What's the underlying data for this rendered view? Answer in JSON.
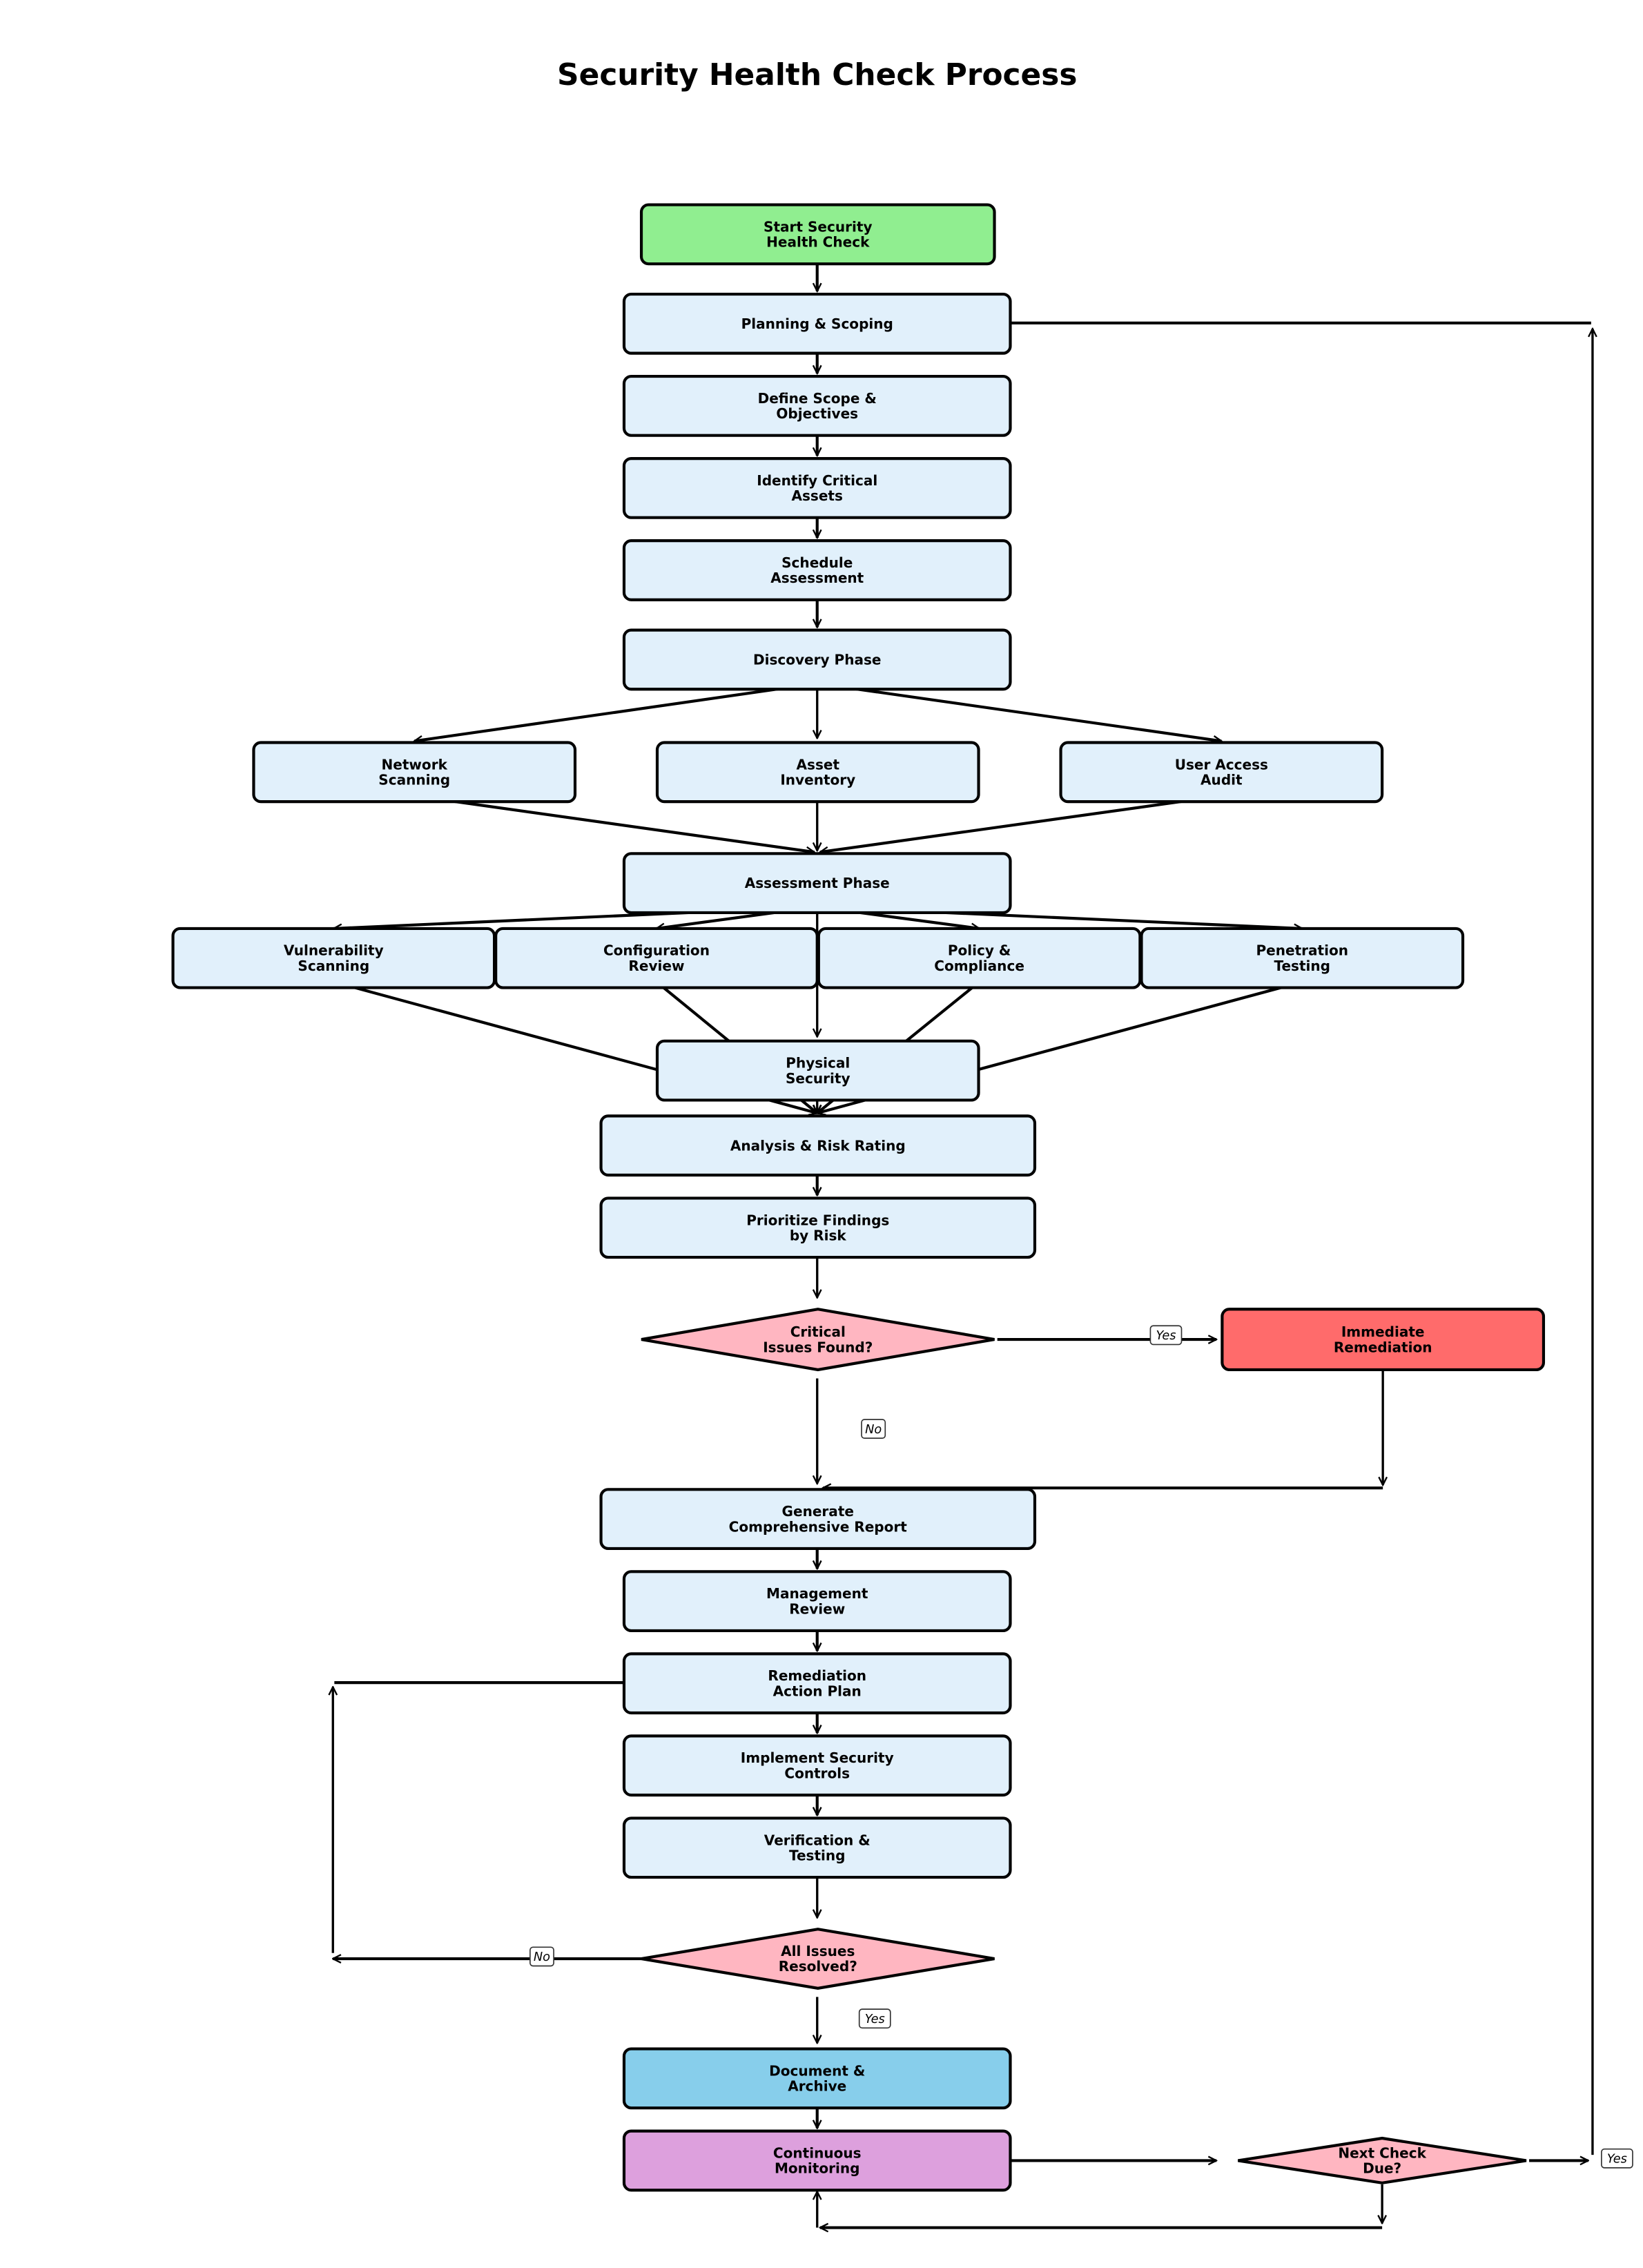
{
  "title": "Security Health Check Process",
  "colors": {
    "start": "#90EE90",
    "process": "#E1F0FB",
    "decision": "#FFB6C1",
    "critical": "#FF6B6B",
    "document": "#87CEEB",
    "monitoring": "#DDA0DD",
    "line": "#000000"
  },
  "nodes": {
    "start": {
      "label": [
        "Start Security",
        "Health Check"
      ],
      "kind": "start"
    },
    "planning": {
      "label": [
        "Planning & Scoping"
      ],
      "kind": "process"
    },
    "define_scope": {
      "label": [
        "Define Scope &",
        "Objectives"
      ],
      "kind": "process"
    },
    "identify_assets": {
      "label": [
        "Identify Critical",
        "Assets"
      ],
      "kind": "process"
    },
    "schedule": {
      "label": [
        "Schedule",
        "Assessment"
      ],
      "kind": "process"
    },
    "discovery": {
      "label": [
        "Discovery Phase"
      ],
      "kind": "process"
    },
    "network_scanning": {
      "label": [
        "Network",
        "Scanning"
      ],
      "kind": "process"
    },
    "asset_inventory": {
      "label": [
        "Asset",
        "Inventory"
      ],
      "kind": "process"
    },
    "user_access_audit": {
      "label": [
        "User Access",
        "Audit"
      ],
      "kind": "process"
    },
    "assessment": {
      "label": [
        "Assessment Phase"
      ],
      "kind": "process"
    },
    "vulnerability_scanning": {
      "label": [
        "Vulnerability",
        "Scanning"
      ],
      "kind": "process"
    },
    "configuration_review": {
      "label": [
        "Configuration",
        "Review"
      ],
      "kind": "process"
    },
    "policy_compliance": {
      "label": [
        "Policy &",
        "Compliance"
      ],
      "kind": "process"
    },
    "penetration_testing": {
      "label": [
        "Penetration",
        "Testing"
      ],
      "kind": "process"
    },
    "physical_security": {
      "label": [
        "Physical",
        "Security"
      ],
      "kind": "process"
    },
    "analysis": {
      "label": [
        "Analysis & Risk Rating"
      ],
      "kind": "process"
    },
    "prioritize": {
      "label": [
        "Prioritize Findings",
        "by Risk"
      ],
      "kind": "process"
    },
    "critical_decision": {
      "label": [
        "Critical",
        "Issues Found?"
      ],
      "kind": "decision"
    },
    "immediate_remediation": {
      "label": [
        "Immediate",
        "Remediation"
      ],
      "kind": "critical"
    },
    "generate_report": {
      "label": [
        "Generate",
        "Comprehensive Report"
      ],
      "kind": "process"
    },
    "management_review": {
      "label": [
        "Management",
        "Review"
      ],
      "kind": "process"
    },
    "remediation_plan": {
      "label": [
        "Remediation",
        "Action Plan"
      ],
      "kind": "process"
    },
    "implement_controls": {
      "label": [
        "Implement Security",
        "Controls"
      ],
      "kind": "process"
    },
    "verification": {
      "label": [
        "Verification &",
        "Testing"
      ],
      "kind": "process"
    },
    "resolved_decision": {
      "label": [
        "All Issues",
        "Resolved?"
      ],
      "kind": "decision"
    },
    "document_archive": {
      "label": [
        "Document &",
        "Archive"
      ],
      "kind": "document"
    },
    "continuous_monitoring": {
      "label": [
        "Continuous",
        "Monitoring"
      ],
      "kind": "monitoring"
    },
    "next_check_decision": {
      "label": [
        "Next Check",
        "Due?"
      ],
      "kind": "decision"
    }
  },
  "edges": [
    {
      "from": "start",
      "to": "planning"
    },
    {
      "from": "planning",
      "to": "define_scope"
    },
    {
      "from": "define_scope",
      "to": "identify_assets"
    },
    {
      "from": "identify_assets",
      "to": "schedule"
    },
    {
      "from": "schedule",
      "to": "discovery"
    },
    {
      "from": "discovery",
      "to": "network_scanning"
    },
    {
      "from": "discovery",
      "to": "asset_inventory"
    },
    {
      "from": "discovery",
      "to": "user_access_audit"
    },
    {
      "from": "network_scanning",
      "to": "assessment"
    },
    {
      "from": "asset_inventory",
      "to": "assessment"
    },
    {
      "from": "user_access_audit",
      "to": "assessment"
    },
    {
      "from": "assessment",
      "to": "vulnerability_scanning"
    },
    {
      "from": "assessment",
      "to": "configuration_review"
    },
    {
      "from": "assessment",
      "to": "policy_compliance"
    },
    {
      "from": "assessment",
      "to": "penetration_testing"
    },
    {
      "from": "assessment",
      "to": "physical_security"
    },
    {
      "from": "vulnerability_scanning",
      "to": "analysis"
    },
    {
      "from": "configuration_review",
      "to": "analysis"
    },
    {
      "from": "policy_compliance",
      "to": "analysis"
    },
    {
      "from": "penetration_testing",
      "to": "analysis"
    },
    {
      "from": "physical_security",
      "to": "analysis"
    },
    {
      "from": "analysis",
      "to": "prioritize"
    },
    {
      "from": "prioritize",
      "to": "critical_decision"
    },
    {
      "from": "critical_decision",
      "to": "immediate_remediation",
      "label": "Yes"
    },
    {
      "from": "critical_decision",
      "to": "generate_report",
      "label": "No"
    },
    {
      "from": "immediate_remediation",
      "to": "generate_report"
    },
    {
      "from": "generate_report",
      "to": "management_review"
    },
    {
      "from": "management_review",
      "to": "remediation_plan"
    },
    {
      "from": "remediation_plan",
      "to": "implement_controls"
    },
    {
      "from": "implement_controls",
      "to": "verification"
    },
    {
      "from": "verification",
      "to": "resolved_decision"
    },
    {
      "from": "resolved_decision",
      "to": "remediation_plan",
      "label": "No"
    },
    {
      "from": "resolved_decision",
      "to": "document_archive",
      "label": "Yes"
    },
    {
      "from": "document_archive",
      "to": "continuous_monitoring"
    },
    {
      "from": "continuous_monitoring",
      "to": "next_check_decision"
    },
    {
      "from": "next_check_decision",
      "to": "planning",
      "label": "Yes"
    },
    {
      "from": "next_check_decision",
      "to": "continuous_monitoring"
    }
  ],
  "edge_labels": {
    "critical_yes": "Yes",
    "critical_no": "No",
    "resolved_no": "No",
    "resolved_yes": "Yes",
    "next_check_yes": "Yes"
  }
}
